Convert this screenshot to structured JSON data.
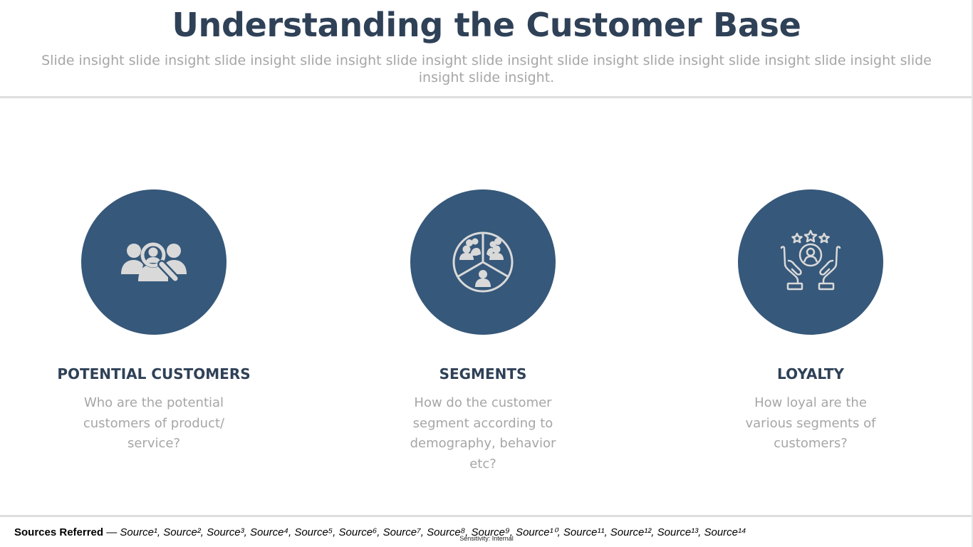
{
  "slide": {
    "title": "Understanding the Customer Base",
    "subtitle": "Slide insight slide insight slide insight slide insight slide insight slide insight slide insight slide insight slide insight slide insight slide insight slide insight."
  },
  "columns": [
    {
      "icon": "customer-search-icon",
      "heading": "POTENTIAL CUSTOMERS",
      "text": "Who are the potential customers of product/ service?"
    },
    {
      "icon": "segmented-pie-people-icon",
      "heading": "SEGMENTS",
      "text": "How do the customer segment according to demography, behavior etc?"
    },
    {
      "icon": "hands-holding-user-stars-icon",
      "heading": "LOYALTY",
      "text": "How loyal are the various segments of customers?"
    }
  ],
  "footer": {
    "sources_label": "Sources Referred",
    "sources_list": "Source¹, Source², Source³, Source⁴, Source⁵, Source⁶, Source⁷, Source⁸, Source⁹, Source¹⁰, Source¹¹, Source¹², Source¹³, Source¹⁴",
    "sensitivity": "Sensitivity: Internal"
  },
  "colors": {
    "title": "#2f4157",
    "circle": "#36587a",
    "icon": "#d9d9d9",
    "muted_text": "#a6a6a6"
  }
}
